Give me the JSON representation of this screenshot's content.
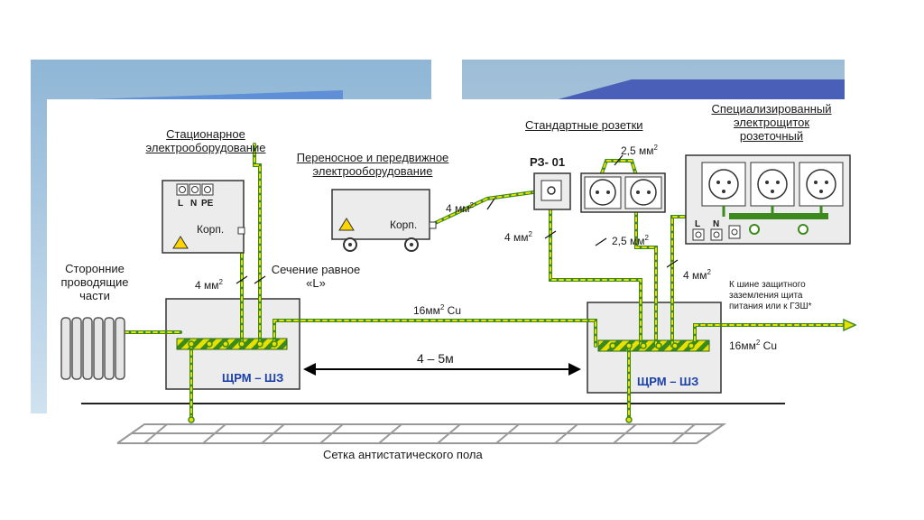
{
  "labels": {
    "stationary": [
      "Стационарное",
      "электрооборудование"
    ],
    "portable": [
      "Переносное и передвижное",
      "электрооборудование"
    ],
    "standard_sockets": "Стандартные розетки",
    "specialized_panel": [
      "Специализированный",
      "электрощиток",
      "розеточный"
    ],
    "third_party": [
      "Сторонние",
      "проводящие",
      "части"
    ],
    "section_equal": [
      "Сечение равное",
      "«L»"
    ],
    "mm4_left": "4 мм",
    "mm4_portable": "4 мм",
    "mm4_rz": "4 мм",
    "mm4_right": "4 мм",
    "mm25_top": "2,5 мм",
    "mm25_mid": "2,5 мм",
    "sup2": "2",
    "cu16_top": "16мм",
    "cu16_top_suffix": " Cu",
    "cu16_right": "16мм",
    "cu16_right_suffix": " Cu",
    "distance": "4 – 5м",
    "bus_note": [
      "К шине защитного",
      "заземления щита",
      "питания или к ГЗШ*"
    ],
    "floor_grid": "Сетка антистатического пола",
    "rz01": "РЗ- 01",
    "korp": "Корп.",
    "korp2": "Корп.",
    "term_L": "L",
    "term_N": "N",
    "term_PE": "PE",
    "panel_L": "L",
    "panel_N": "N",
    "shrm_left": "ЩРМ – ШЗ",
    "shrm_right": "ЩРМ – ШЗ"
  },
  "colors": {
    "conductor_yellow": "#e8e000",
    "conductor_green": "#3c8a1e",
    "box_fill": "#ececec",
    "label_blue": "#1a3fa8",
    "warning_yellow": "#ffd400"
  }
}
